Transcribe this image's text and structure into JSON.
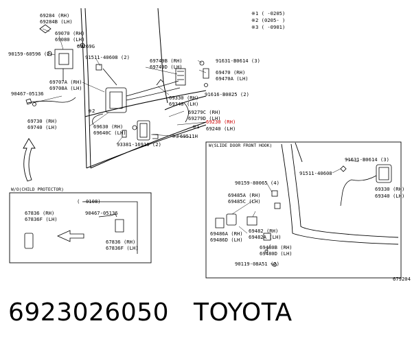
{
  "legend": {
    "n1": "※1 (    -0205)",
    "n2": "※2 (0205-      )",
    "n3": "※3 (     -0901)"
  },
  "labels": {
    "p69284": "69284 (RH)",
    "p69284b": "69284B (LH)",
    "p69070": "69070 (RH)",
    "p69080": "69080 (LH)",
    "p90159a": "90159-60596 (2)",
    "p69269g": "69269G",
    "p91511a": "91511-40608 (2)",
    "p69749b": "69749B (RH)",
    "p69749d": "69749D (LH)",
    "p91631a": "91631-B0614 (3)",
    "p69470": "69470 (RH)",
    "p69470a": "69470A (LH)",
    "p69707a": "69707A (RH)",
    "p69708a": "69708A (LH)",
    "p91616": "91616-B0825 (2)",
    "p90467a": "90467-05136",
    "p69330a": "69330 (RH)",
    "p69340a": "69340 (LH)",
    "p69279c": "69279C (RH)",
    "p69279d": "69279D (LH)",
    "p69230": "69230 (RH)",
    "p69240": "69240 (LH)",
    "p69730": "69730 (RH)",
    "p69740": "69740 (LH)",
    "p69630": "69630 (RH)",
    "p69640c": "69640C (LH)",
    "mark1": "※1",
    "mark2": "※2",
    "mark3": "※3",
    "p69511h": "69511H",
    "p93381": "93381-16910 (2)",
    "slide_title": "W(SLIDE DOOR FRONT HOOK)",
    "p91631b": "91631-B0614 (3)",
    "p91511b": "91511-40608",
    "p90159b": "90159-80065 (4)",
    "p69330b": "69330 (RH)",
    "p69340b": "69340 (LH)",
    "p69485a": "69485A (RH)",
    "p69485c": "69485C (LH)",
    "p69482": "69482 (RH)",
    "p69482a": "69482A (LH)",
    "p69486a": "69486A (RH)",
    "p69486d": "69486D (LH)",
    "p69480b": "69480B (RH)",
    "p69480d": "69480D (LH)",
    "p90119": "90119-08A51 (2)",
    "code": "679204",
    "child_title": "W/O(CHILD PROTECTOR)",
    "child_range": "(    -0108)",
    "p90467b": "90467-05136",
    "p67836a": "67836 (RH)",
    "p67836f": "67836F (LH)",
    "p67836b": "67836 (RH)",
    "p67836f2": "67836F (LH)"
  },
  "caption": {
    "part_number": "6923026050",
    "brand": "TOYOTA"
  }
}
